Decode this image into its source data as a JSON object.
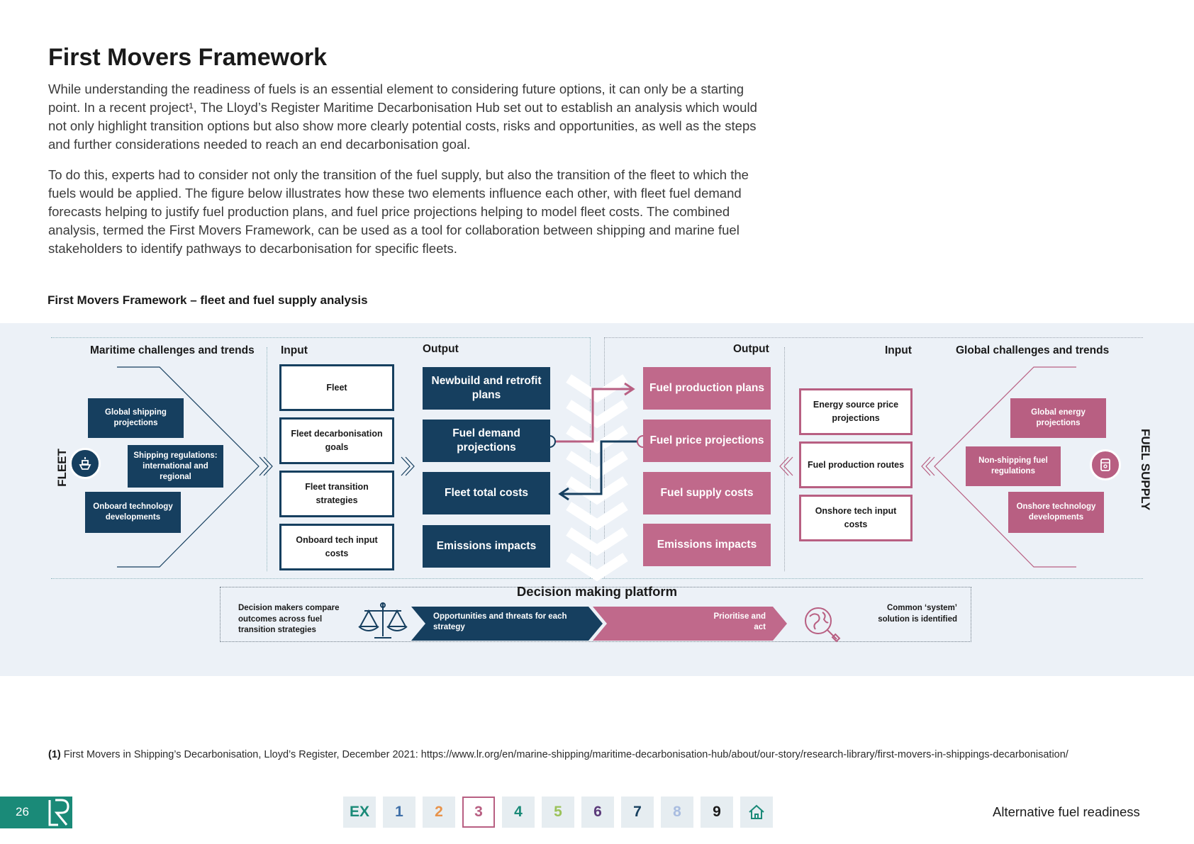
{
  "page": {
    "title": "First Movers Framework",
    "paragraph1": "While understanding the readiness of fuels is an essential element to considering future options, it can only be a starting point. In a recent project¹, The Lloyd’s Register Maritime Decarbonisation Hub set out to establish an analysis which would not only highlight transition options but also show more clearly potential costs, risks and opportunities, as well as the steps and further considerations needed to reach an end decarbonisation goal.",
    "paragraph2": "To do this, experts had to consider not only the transition of the fuel supply, but also the transition of the fleet to which the fuels would be applied. The figure below illustrates how these two elements influence each other, with fleet fuel demand forecasts helping to justify fuel production plans, and fuel price projections helping to model fleet costs. The combined analysis, termed the First Movers Framework, can be used as a tool for collaboration between shipping and marine fuel stakeholders to identify pathways to decarbonisation for specific fleets.",
    "figure_title": "First Movers Framework – fleet and fuel supply analysis"
  },
  "figure": {
    "fleet_label": "FLEET",
    "supply_label": "FUEL SUPPLY",
    "fleet_side": {
      "challenges_header": "Maritime challenges and trends",
      "input_header": "Input",
      "output_header": "Output",
      "challenges": [
        "Global shipping projections",
        "Shipping regulations: international and regional",
        "Onboard technology developments"
      ],
      "inputs": [
        "Fleet",
        "Fleet decarbonisation goals",
        "Fleet transition strategies",
        "Onboard tech input costs"
      ],
      "outputs": [
        "Newbuild and retrofit plans",
        "Fuel demand projections",
        "Fleet total costs",
        "Emissions impacts"
      ]
    },
    "supply_side": {
      "output_header": "Output",
      "input_header": "Input",
      "challenges_header": "Global challenges and trends",
      "outputs": [
        "Fuel production plans",
        "Fuel price projections",
        "Fuel supply costs",
        "Emissions impacts"
      ],
      "inputs": [
        "Energy source price projections",
        "Fuel production routes",
        "Onshore tech input costs"
      ],
      "challenges": [
        "Global energy projections",
        "Non-shipping fuel regulations",
        "Onshore technology developments"
      ]
    },
    "platform": {
      "title": "Decision making platform",
      "left_text": "Decision makers compare outcomes across fuel transition strategies",
      "navy_arrow": "Opportunities and threats for each strategy",
      "pink_arrow": "Prioritise and act",
      "right_text": "Common ‘system’ solution is identified"
    },
    "colors": {
      "navy": "#163f5f",
      "pink": "#b85f82",
      "teal": "#1a8a78",
      "background": "#ecf1f7"
    },
    "icons": [
      "ship-icon",
      "fuel-barrel-icon",
      "balance-scale-icon",
      "globe-magnifier-icon"
    ]
  },
  "footer": {
    "footnote_marker": "(1)",
    "footnote_text": "First Movers in Shipping’s Decarbonisation, Lloyd’s Register, December 2021: https://www.lr.org/en/marine-shipping/maritime-decarbonisation-hub/about/our-story/research-library/first-movers-in-shippings-decarbonisation/",
    "page_number": "26",
    "logo": "LR",
    "nav": [
      {
        "label": "EX",
        "color": "#1a8a78"
      },
      {
        "label": "1",
        "color": "#3f6fa8"
      },
      {
        "label": "2",
        "color": "#e8934a"
      },
      {
        "label": "3",
        "color": "#b85f82"
      },
      {
        "label": "4",
        "color": "#1a8a78"
      },
      {
        "label": "5",
        "color": "#9bc25a"
      },
      {
        "label": "6",
        "color": "#5b3a7a"
      },
      {
        "label": "7",
        "color": "#163f5f"
      },
      {
        "label": "8",
        "color": "#a9bde0"
      },
      {
        "label": "9",
        "color": "#1a1a1a"
      }
    ],
    "active_nav": "3",
    "home_icon": "home-icon",
    "section_label": "Alternative fuel readiness"
  }
}
